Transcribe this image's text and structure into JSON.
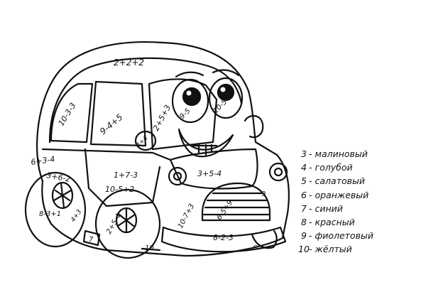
{
  "car_labels": {
    "roof": "2+2+2",
    "rear_window": "10-3-3",
    "middle_window": "9-4+5",
    "windshield": "2+5+3",
    "left_eye": "9-5",
    "right_eye": "10-5",
    "mirror": "4+4",
    "rear_panel_top": "6+3-4",
    "rear_panel_bottom": "3+6-2",
    "door": "1+7-3",
    "hood": "3+5-4",
    "rear_wheel": "8-3+1",
    "rear_wheel_side": "4+3",
    "front_fender": "10-5+2",
    "front_wheel": "2+5-4",
    "front_wheel_number": "10",
    "grille_left": "10-7+3",
    "grille_right": "6-5+9",
    "grille_side": "9",
    "bumper": "8-2-3",
    "front_bumper_number": "6",
    "rear_bumper_number": "7"
  },
  "legend": [
    {
      "number": "3",
      "color": "малиновый"
    },
    {
      "number": "4",
      "color": "голубой"
    },
    {
      "number": "5",
      "color": "салатовый"
    },
    {
      "number": "6",
      "color": "оранжевый"
    },
    {
      "number": "7",
      "color": "синий"
    },
    {
      "number": "8",
      "color": "красный"
    },
    {
      "number": "9",
      "color": "фиолетовый"
    },
    {
      "number": "10",
      "color": "жёлтый"
    }
  ]
}
